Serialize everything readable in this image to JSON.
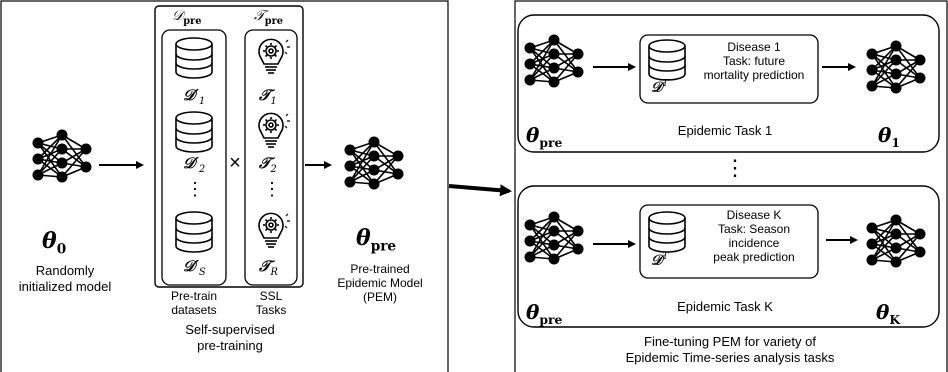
{
  "left_panel": {
    "theta0": "θ",
    "theta0_sub": "0",
    "randomly_caption_1": "Randomly",
    "randomly_caption_2": "initialized model"
  },
  "pretrain_box": {
    "dataset_set_symbol": "𝒟",
    "dataset_set_sub": "pre",
    "task_set_symbol": "𝒯",
    "task_set_sub": "pre",
    "datasets": [
      {
        "symbol": "𝒟′",
        "sub": "1"
      },
      {
        "symbol": "𝒟′",
        "sub": "2"
      },
      {
        "symbol": "𝒟′",
        "sub": "S"
      }
    ],
    "tasks": [
      {
        "symbol": "𝒯",
        "sub": "1"
      },
      {
        "symbol": "𝒯",
        "sub": "2"
      },
      {
        "symbol": "𝒯",
        "sub": "R"
      }
    ],
    "ellipsis": "⋮",
    "times": "×",
    "datasets_caption_1": "Pre-train",
    "datasets_caption_2": "datasets",
    "tasks_caption_1": "SSL",
    "tasks_caption_2": "Tasks",
    "section_caption_1": "Self-supervised",
    "section_caption_2": "pre-training"
  },
  "pem": {
    "theta": "θ",
    "theta_sub": "pre",
    "caption_1": "Pre-trained",
    "caption_2": "Epidemic Model",
    "caption_3": "(PEM)"
  },
  "finetune_panel": {
    "caption_1": "Fine-tuning PEM for variety of",
    "caption_2": "Epidemic Time-series analysis tasks",
    "ellipsis": "⋮",
    "tasks": [
      {
        "theta_in": "θ",
        "theta_in_sub": "pre",
        "data_symbol": "𝒟",
        "data_sup": "T",
        "desc_1": "Disease 1",
        "desc_2": "Task: future",
        "desc_3": "mortality prediction",
        "task_label": "Epidemic Task 1",
        "theta_out": "θ",
        "theta_out_sub": "1"
      },
      {
        "theta_in": "θ",
        "theta_in_sub": "pre",
        "data_symbol": "𝒟",
        "data_sup": "T",
        "desc_1": "Disease K",
        "desc_2": "Task: Season",
        "desc_3": "incidence",
        "desc_4": "peak prediction",
        "task_label": "Epidemic Task K",
        "theta_out": "θ",
        "theta_out_sub": "K"
      }
    ]
  },
  "icons": {
    "network": "neural-network-icon",
    "database": "database-icon",
    "lightbulb": "lightbulb-gear-icon"
  },
  "colors": {
    "stroke": "#000000",
    "background": "#ffffff",
    "node": "#000000"
  }
}
